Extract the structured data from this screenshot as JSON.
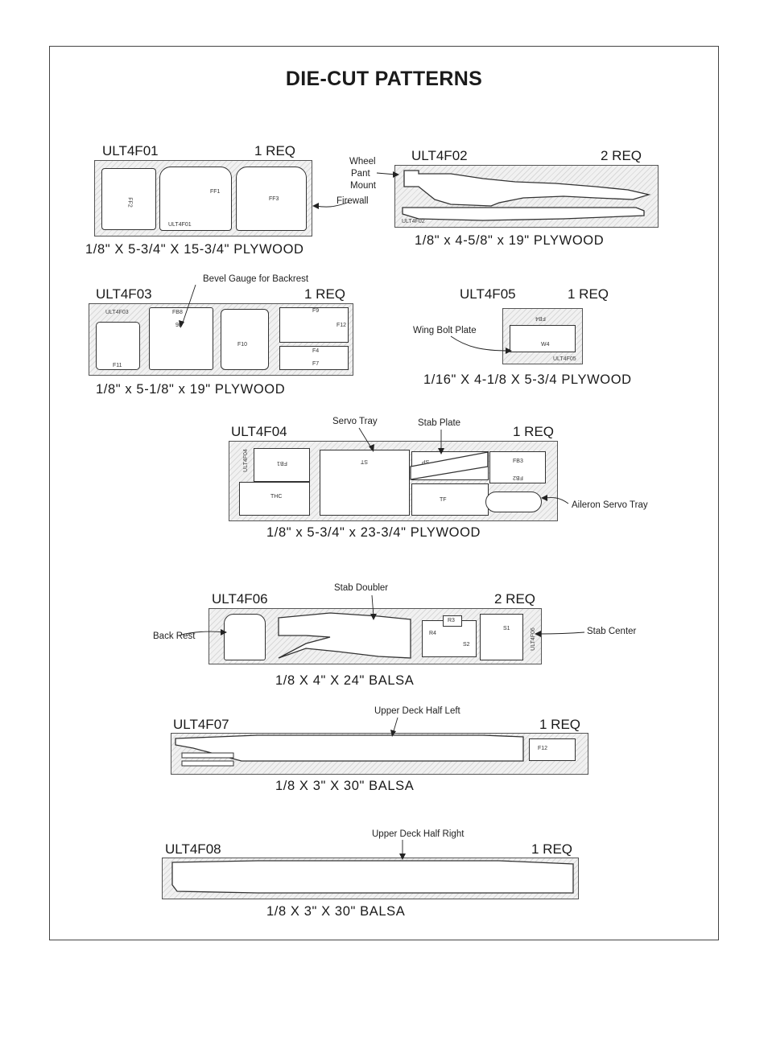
{
  "title": "DIE-CUT PATTERNS",
  "sheets": [
    {
      "code": "ULT4F01",
      "req": "1 REQ",
      "dim": "1/8\" X 5-3/4\" X 15-3/4\" PLYWOOD",
      "labels": [
        "FF2",
        "FF1",
        "FF3",
        "ULT4F01"
      ]
    },
    {
      "code": "ULT4F02",
      "req": "2 REQ",
      "dim": "1/8\" x 4-5/8\" x 19\" PLYWOOD",
      "labels": [
        "ULT4F02"
      ]
    },
    {
      "code": "ULT4F03",
      "req": "1 REQ",
      "dim": "1/8\" x 5-1/8\" x 19\" PLYWOOD",
      "labels": [
        "ULT4F03",
        "FB8",
        "9B",
        "F11",
        "F10",
        "F9",
        "F4",
        "F7",
        "F12"
      ]
    },
    {
      "code": "ULT4F05",
      "req": "1 REQ",
      "dim": "1/16\" X 4-1/8 X 5-3/4 PLYWOOD",
      "labels": [
        "W4",
        "ULT4F05",
        "FB4"
      ]
    },
    {
      "code": "ULT4F04",
      "req": "1 REQ",
      "dim": "1/8\" x 5-3/4\" x 23-3/4\" PLYWOOD",
      "labels": [
        "ULT4F04",
        "FB1",
        "THC",
        "ST",
        "SP",
        "TF",
        "FB3",
        "FB2"
      ]
    },
    {
      "code": "ULT4F06",
      "req": "2 REQ",
      "dim": "1/8 X 4\" X 24\" BALSA",
      "labels": [
        "R3",
        "R4",
        "S2",
        "S1",
        "ULT4F06"
      ]
    },
    {
      "code": "ULT4F07",
      "req": "1 REQ",
      "dim": "1/8 X 3\" X 30\" BALSA",
      "labels": [
        "ULT4F07",
        "F12"
      ]
    },
    {
      "code": "ULT4F08",
      "req": "1 REQ",
      "dim": "1/8 X 3\" X 30\" BALSA",
      "labels": [
        "ULT4F08"
      ]
    }
  ],
  "callouts": {
    "wheel_pant_mount": [
      "Wheel",
      "Pant",
      "Mount"
    ],
    "firewall": "Firewall",
    "bevel_gauge": "Bevel Gauge for Backrest",
    "wing_bolt_plate": "Wing Bolt Plate",
    "servo_tray": "Servo Tray",
    "stab_plate": "Stab Plate",
    "aileron_servo_tray": "Aileron Servo Tray",
    "stab_doubler": "Stab Doubler",
    "back_rest": "Back Rest",
    "stab_center": "Stab Center",
    "upper_deck_left": "Upper Deck Half Left",
    "upper_deck_right": "Upper Deck Half Right"
  }
}
